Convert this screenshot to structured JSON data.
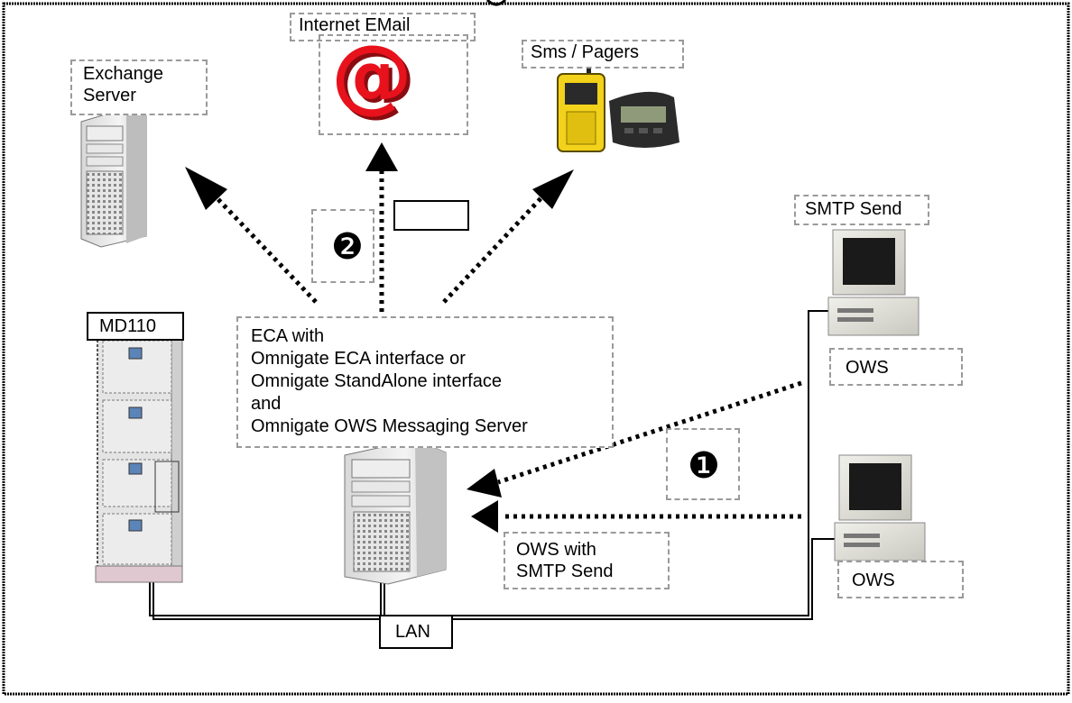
{
  "labels": {
    "internet_email": "Internet EMail",
    "sms_pagers": "Sms / Pagers",
    "exchange_server": "Exchange\nServer",
    "smtp_send": "SMTP Send",
    "md110": "MD110",
    "eca_text": "ECA with\nOmnigate ECA interface or\nOmnigate StandAlone interface\nand\nOmnigate OWS Messaging Server",
    "ows_1": "OWS",
    "ows_2": "OWS",
    "ows_with_smtp": "OWS with\nSMTP Send",
    "lan": "LAN",
    "blank_box": ""
  },
  "markers": {
    "step_1": "❶",
    "step_2": "❷"
  },
  "icons": {
    "email": "at-sign-icon",
    "sms": "mobile-phone-icon",
    "pager": "pager-icon",
    "exchange": "server-tower-icon",
    "eca": "server-tower-icon",
    "workstations": "desktop-computer-icon",
    "md110": "pbx-cabinet-icon"
  },
  "colors": {
    "at_sign": "#e8121c",
    "phone": "#f2d21a",
    "pager": "#2b2b2b",
    "box_border": "#9a9a9a",
    "monitor_screen": "#1a1a1a",
    "cabinet": "#e4e4e4",
    "cabinet_base": "#e0c8d0",
    "cabinet_led": "#5b84b8"
  }
}
